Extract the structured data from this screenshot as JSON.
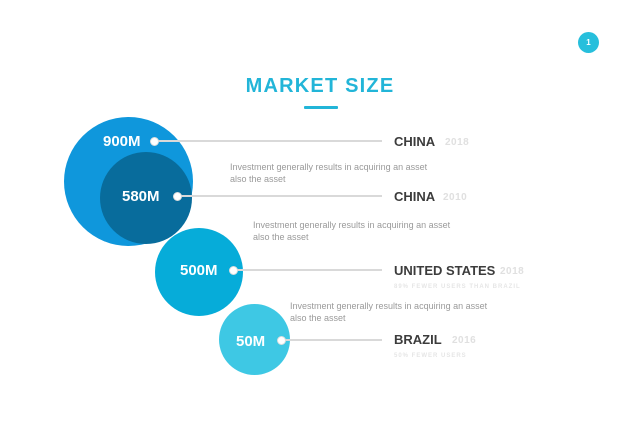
{
  "page_number": "1",
  "title": "MARKET SIZE",
  "colors": {
    "accent": "#22b5d8",
    "bubble_900m": "#0f97dc",
    "bubble_580m": "#086c9c",
    "bubble_500m": "#06acd9",
    "bubble_50m": "#3ec8e4",
    "connector": "#d9d9d9"
  },
  "items": [
    {
      "value": "900M",
      "country": "CHINA",
      "year": "2018",
      "note": "",
      "description": ""
    },
    {
      "value": "580M",
      "country": "CHINA",
      "year": "2010",
      "note": "",
      "description": "Investment generally results in acquiring an asset also the asset"
    },
    {
      "value": "500M",
      "country": "UNITED STATES",
      "year": "2018",
      "note": "89% FEWER USERS THAN BRAZIL",
      "description": "Investment generally results in acquiring an asset also the asset"
    },
    {
      "value": "50M",
      "country": "BRAZIL",
      "year": "2016",
      "note": "50% FEWER USERS",
      "description": "Investment generally results in acquiring an asset also the asset"
    }
  ]
}
